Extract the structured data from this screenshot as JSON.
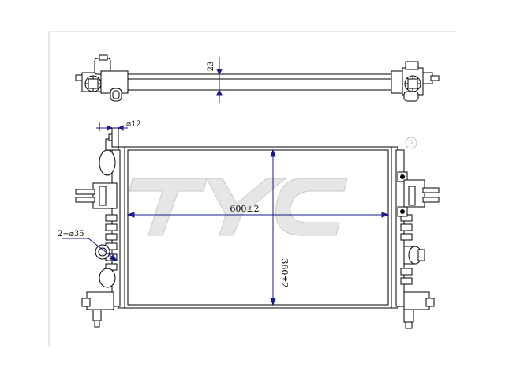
{
  "drawing": {
    "top_view": {
      "thickness_label": "23"
    },
    "front_view": {
      "width_label": "600±2",
      "height_label": "360±2",
      "inlet_pipe_label": "⌀12",
      "outlet_label": "2−⌀35"
    },
    "watermark": {
      "text": "TYC",
      "registered_mark": "R"
    },
    "colors": {
      "line": "#000000",
      "dimension": "#1a1a8c",
      "watermark": "#e3e3e3",
      "frame": "#d0d0d0"
    }
  }
}
